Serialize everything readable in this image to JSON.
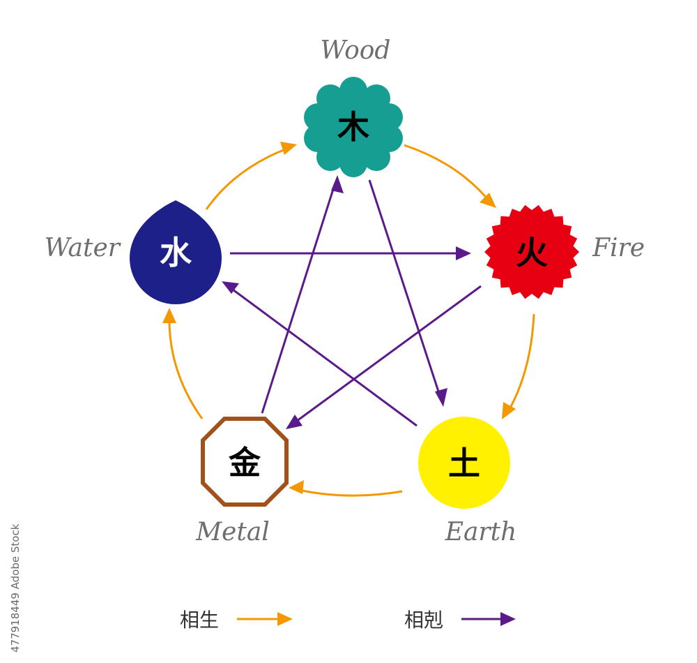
{
  "elements": {
    "wood": {
      "label": "Wood",
      "glyph": "木",
      "color": "#159e91"
    },
    "fire": {
      "label": "Fire",
      "glyph": "火",
      "color": "#e60012"
    },
    "earth": {
      "label": "Earth",
      "glyph": "土",
      "color": "#fff100"
    },
    "metal": {
      "label": "Metal",
      "glyph": "金",
      "color": "#a0521a"
    },
    "water": {
      "label": "Water",
      "glyph": "水",
      "color": "#1d2088"
    }
  },
  "legend": {
    "generating": {
      "label": "相生",
      "color": "#f39800"
    },
    "overcoming": {
      "label": "相剋",
      "color": "#5b1a8b"
    }
  },
  "side_text": "477918449  Adobe Stock"
}
